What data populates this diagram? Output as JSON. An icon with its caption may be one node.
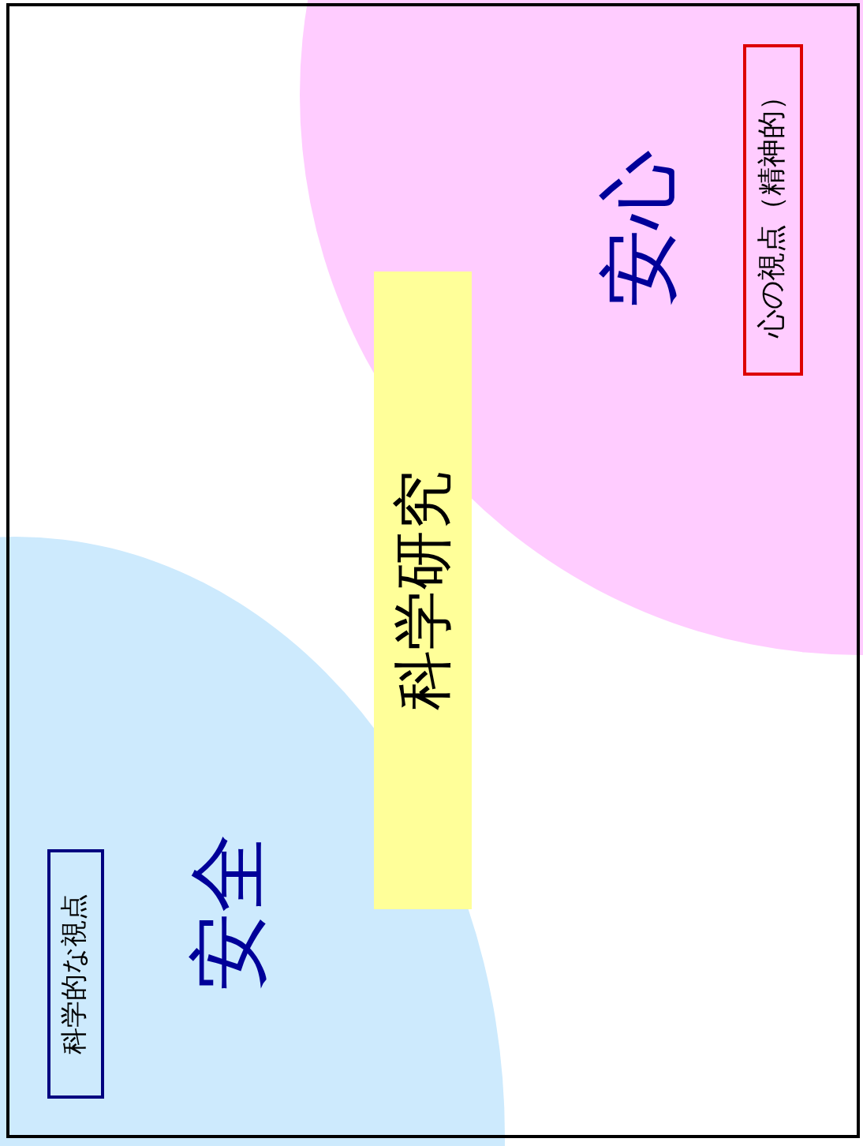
{
  "diagram": {
    "nodes": [
      {
        "text": [
          "安全"
        ]
      },
      {
        "text": [
          "科学的な視点"
        ],
        "in": 0
      },
      {
        "text": [
          "科学研究"
        ]
      },
      {
        "text": [
          "安心"
        ]
      },
      {
        "text": [
          "心の視点（精神的）"
        ],
        "in": 3
      }
    ]
  }
}
